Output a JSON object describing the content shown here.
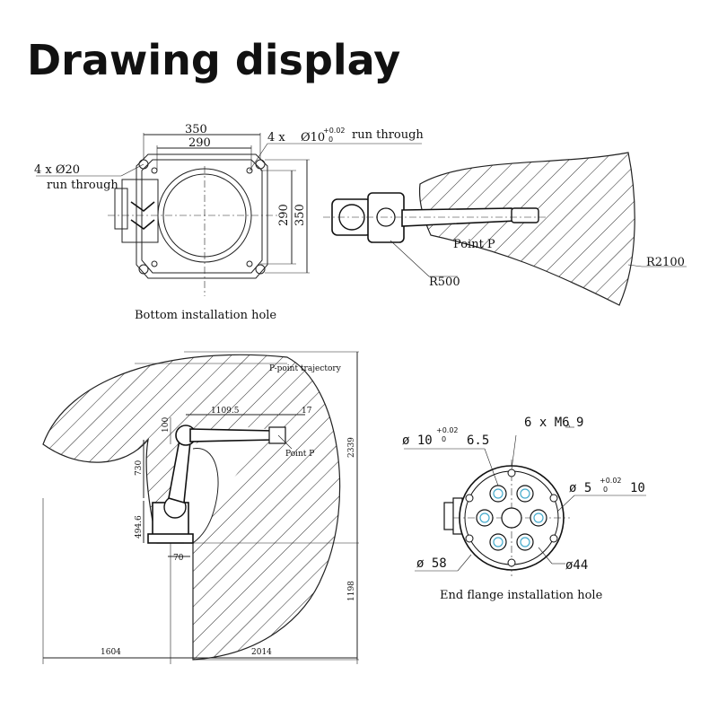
{
  "page": {
    "title": "Drawing display"
  },
  "bottom_view": {
    "dim_350_top": "350",
    "dim_290_top": "290",
    "dim_290_side": "290",
    "dim_350_side": "350",
    "hole_top_prefix": "4 x ",
    "hole_top_diam": "Ø10",
    "hole_top_tol_upper": "+0.02",
    "hole_top_tol_lower": "0",
    "hole_top_suffix": "run through",
    "hole_left_line1": "4 x Ø20",
    "hole_left_line2": "run through",
    "caption": "Bottom installation hole"
  },
  "top_view": {
    "point_label": "Point P",
    "r_small": "R500",
    "r_large": "R2100"
  },
  "side_view": {
    "trajectory_label": "P-point trajectory",
    "dim_1109": "1109.5",
    "dim_17": "17",
    "dim_100": "100",
    "point_label": "Point P",
    "dim_730": "730",
    "dim_494": "494.6",
    "dim_70": "70",
    "dim_2339": "2339",
    "dim_1198": "1198",
    "dim_1604": "1604",
    "dim_2014": "2014"
  },
  "flange": {
    "threads": "6 x M6",
    "thread_depth": "9",
    "pin_hole": "ø 10",
    "pin_tol_upper": "+0.02",
    "pin_tol_lower": "0",
    "pin_depth": "6.5",
    "small_hole": "ø 5",
    "small_tol_upper": "+0.02",
    "small_tol_lower": "0",
    "small_depth": "10",
    "dia_58": "ø 58",
    "dia_44": "ø44",
    "caption": "End flange installation hole"
  }
}
